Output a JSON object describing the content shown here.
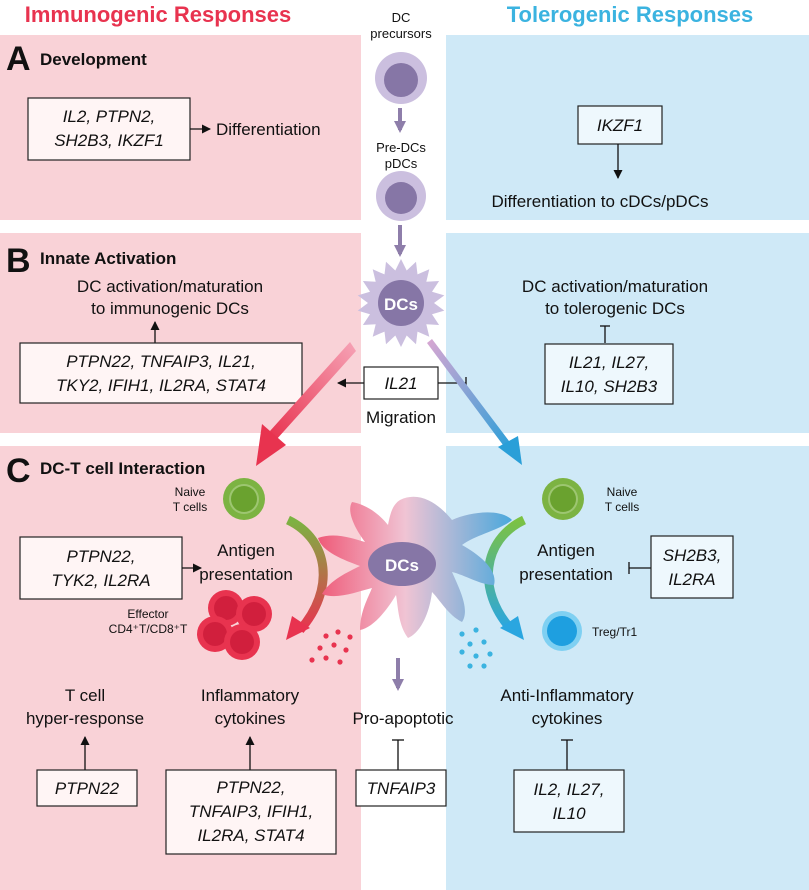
{
  "headers": {
    "immunogenic": "Immunogenic Responses",
    "tolerogenic": "Tolerogenic Responses"
  },
  "colors": {
    "immunogenic_text": "#e8334f",
    "tolerogenic_text": "#3bb3e0",
    "immunogenic_bg": "#f9d2d7",
    "tolerogenic_bg": "#cfe9f7",
    "dc_purple": "#8e7eaa",
    "dc_light": "#cbbfdf"
  },
  "center": {
    "dc_precursors": [
      "DC",
      "precursors"
    ],
    "pre_dcs": [
      "Pre-DCs",
      "pDCs"
    ],
    "dcs": "DCs",
    "migration": "Migration",
    "pro_apoptotic": "Pro-apoptotic"
  },
  "sectionA": {
    "letter": "A",
    "title": "Development",
    "left_genes": [
      "IL2, PTPN2,",
      "SH2B3, IKZF1"
    ],
    "left_outcome": "Differentiation",
    "right_gene": "IKZF1",
    "right_outcome": "Differentiation to cDCs/pDCs"
  },
  "sectionB": {
    "letter": "B",
    "title": "Innate Activation",
    "left_outcome": [
      "DC activation/maturation",
      "to immunogenic DCs"
    ],
    "left_genes": [
      "PTPN22, TNFAIP3, IL21,",
      "TKY2, IFIH1, IL2RA, STAT4"
    ],
    "center_gene": "IL21",
    "right_outcome": [
      "DC activation/maturation",
      "to tolerogenic DCs"
    ],
    "right_genes": [
      "IL21, IL27,",
      "IL10, SH2B3"
    ]
  },
  "sectionC": {
    "letter": "C",
    "title": "DC-T cell Interaction",
    "naive_left": [
      "Naive",
      "T cells"
    ],
    "naive_right": [
      "Naive",
      "T cells"
    ],
    "left_antigen_genes": [
      "PTPN22,",
      "TYK2, IL2RA"
    ],
    "antigen_left": [
      "Antigen",
      "presentation"
    ],
    "antigen_right": [
      "Antigen",
      "presentation"
    ],
    "right_antigen_genes": [
      "SH2B3,",
      "IL2RA"
    ],
    "effector": [
      "Effector",
      "CD4⁺T/CD8⁺T"
    ],
    "treg": "Treg/Tr1",
    "hyper_response": [
      "T cell",
      "hyper-response"
    ],
    "inflammatory": [
      "Inflammatory",
      "cytokines"
    ],
    "anti_inflammatory": [
      "Anti-Inflammatory",
      "cytokines"
    ],
    "hyper_gene": "PTPN22",
    "inflammatory_genes": [
      "PTPN22,",
      "TNFAIP3, IFIH1,",
      "IL2RA, STAT4"
    ],
    "apoptotic_gene": "TNFAIP3",
    "anti_inflammatory_genes": [
      "IL2, IL27,",
      "IL10"
    ]
  }
}
